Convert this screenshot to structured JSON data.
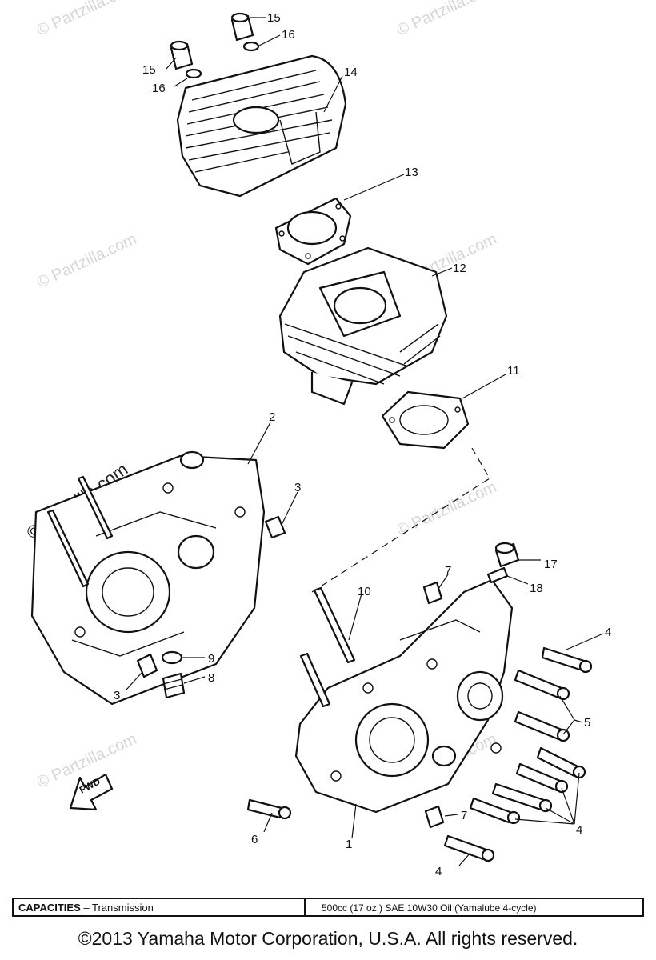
{
  "watermarks": [
    "© Partzilla.com",
    "© Partzilla.com",
    "© Partzilla.com",
    "© Partzilla.com",
    "© Partzilla.com",
    "© Partzilla.com",
    "© Partzilla.com",
    "© Partzilla.com",
    "© Partzilla.com",
    "© Partzilla.com"
  ],
  "callouts": {
    "c15a": "15",
    "c16a": "16",
    "c15b": "15",
    "c16b": "16",
    "c14": "14",
    "c13": "13",
    "c12": "12",
    "c11": "11",
    "c2": "2",
    "c3a": "3",
    "c17": "17",
    "c18": "18",
    "c7a": "7",
    "c10": "10",
    "c4a": "4",
    "c9": "9",
    "c8": "8",
    "c3b": "3",
    "c5": "5",
    "c6": "6",
    "c7b": "7",
    "c4b": "4",
    "c1": "1",
    "c4c": "4"
  },
  "fwd_label": "FWD",
  "capacities": {
    "label": "CAPACITIES",
    "sublabel": "– Transmission",
    "value": "500cc (17 oz.) SAE 10W30 Oil (Yamalube 4-cycle)"
  },
  "copyright": "©2013 Yamaha Motor Corporation, U.S.A. All rights reserved."
}
